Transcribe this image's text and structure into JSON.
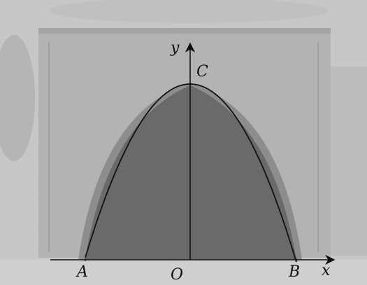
{
  "figure": {
    "point_labels": {
      "a": "A",
      "b": "B",
      "c": "C",
      "o": "O"
    },
    "axis_labels": {
      "x": "x",
      "y": "y"
    },
    "colors": {
      "photo_background": "#c9c9c9",
      "wall": "#b3b3b3",
      "tunnel_opening": "#6a6a6a",
      "curve": "#111111",
      "axes": "#111111"
    }
  }
}
